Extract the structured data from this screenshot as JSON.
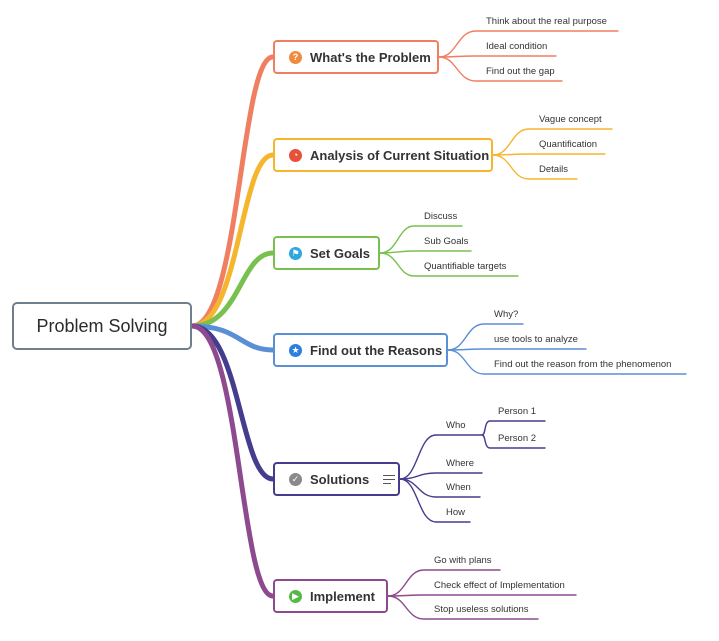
{
  "root": {
    "label": "Problem Solving"
  },
  "topics": [
    {
      "label": "What's the Problem",
      "color": "#f07f61",
      "icon": "question-circle-icon",
      "icon_color": "#f08a3c",
      "items": [
        "Think about the real purpose",
        "Ideal condition",
        "Find out the gap"
      ]
    },
    {
      "label": "Analysis of Current Situation",
      "color": "#f5b52c",
      "icon": "clock-circle-icon",
      "icon_color": "#e8503a",
      "items": [
        "Vague concept",
        "Quantification",
        "Details"
      ]
    },
    {
      "label": "Set Goals",
      "color": "#79c04f",
      "icon": "flag-circle-icon",
      "icon_color": "#2ea6e0",
      "items": [
        "Discuss",
        "Sub Goals",
        "Quantifiable targets"
      ]
    },
    {
      "label": "Find out the Reasons",
      "color": "#5a8fd6",
      "icon": "star-circle-icon",
      "icon_color": "#2b7fe0",
      "items": [
        "Why?",
        "use tools to analyze",
        "Find out the reason from the phenomenon"
      ]
    },
    {
      "label": "Solutions",
      "color": "#443c8c",
      "icon": "check-circle-icon",
      "icon_color": "#8a8a8a",
      "items": [
        "Who",
        "Where",
        "When",
        "How"
      ],
      "sub_items": [
        "Person 1",
        "Person 2"
      ]
    },
    {
      "label": "Implement",
      "color": "#8d4a8e",
      "icon": "play-circle-icon",
      "icon_color": "#57b848",
      "items": [
        "Go with plans",
        "Check effect of Implementation",
        "Stop useless solutions"
      ]
    }
  ]
}
